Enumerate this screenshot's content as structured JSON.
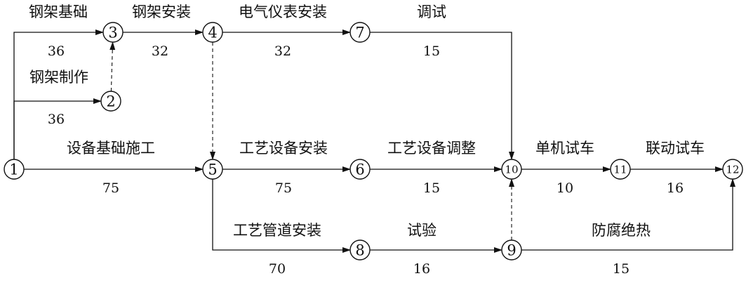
{
  "nodes": [
    {
      "id": "1",
      "label": "①"
    },
    {
      "id": "2",
      "label": "②"
    },
    {
      "id": "3",
      "label": "③"
    },
    {
      "id": "4",
      "label": "④"
    },
    {
      "id": "5",
      "label": "⑤"
    },
    {
      "id": "6",
      "label": "⑥"
    },
    {
      "id": "7",
      "label": "⑦"
    },
    {
      "id": "8",
      "label": "⑧"
    },
    {
      "id": "9",
      "label": "⑨"
    },
    {
      "id": "10",
      "label": "⑩"
    },
    {
      "id": "11",
      "label": "⑪"
    },
    {
      "id": "12",
      "label": "⑫"
    }
  ],
  "activities": [
    {
      "id": "a13",
      "from": "1",
      "to": "3",
      "name": "钢架基础",
      "duration": "36"
    },
    {
      "id": "a12",
      "from": "1",
      "to": "2",
      "name": "钢架制作",
      "duration": "36"
    },
    {
      "id": "a34",
      "from": "3",
      "to": "4",
      "name": "钢架安装",
      "duration": "32"
    },
    {
      "id": "a47",
      "from": "4",
      "to": "7",
      "name": "电气仪表安装",
      "duration": "32"
    },
    {
      "id": "a710",
      "from": "7",
      "to": "10",
      "name": "调试",
      "duration": "15"
    },
    {
      "id": "a15",
      "from": "1",
      "to": "5",
      "name": "设备基础施工",
      "duration": "75"
    },
    {
      "id": "a56",
      "from": "5",
      "to": "6",
      "name": "工艺设备安装",
      "duration": "75"
    },
    {
      "id": "a610",
      "from": "6",
      "to": "10",
      "name": "工艺设备调整",
      "duration": "15"
    },
    {
      "id": "a1011",
      "from": "10",
      "to": "11",
      "name": "单机试车",
      "duration": "10"
    },
    {
      "id": "a1112",
      "from": "11",
      "to": "12",
      "name": "联动试车",
      "duration": "16"
    },
    {
      "id": "a58",
      "from": "5",
      "to": "8",
      "name": "工艺管道安装",
      "duration": "70"
    },
    {
      "id": "a89",
      "from": "8",
      "to": "9",
      "name": "试验",
      "duration": "16"
    },
    {
      "id": "a912",
      "from": "9",
      "to": "12",
      "name": "防腐绝热",
      "duration": "15"
    }
  ],
  "dummies": [
    {
      "from": "2",
      "to": "3"
    },
    {
      "from": "4",
      "to": "5"
    },
    {
      "from": "9",
      "to": "10"
    }
  ]
}
